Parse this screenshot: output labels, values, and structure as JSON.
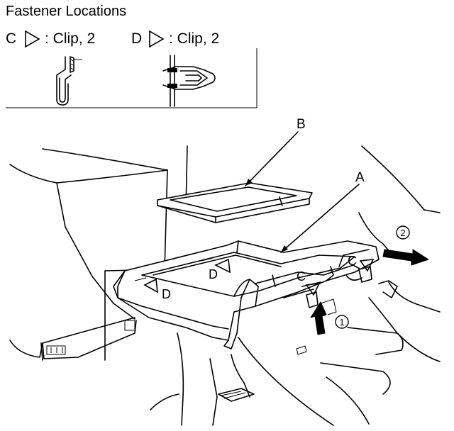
{
  "title": "Fastener Locations",
  "legend": [
    {
      "letter": "C",
      "text": ": Clip, 2",
      "icon": "triangle-right-icon"
    },
    {
      "letter": "D",
      "text": ": Clip, 2",
      "icon": "triangle-right-icon"
    }
  ],
  "callouts": {
    "a": "A",
    "b": "B"
  },
  "markers": {
    "c1": "C",
    "c2": "C",
    "d1": "D",
    "d2": "D"
  },
  "steps": {
    "step1": "1",
    "step2": "2"
  }
}
